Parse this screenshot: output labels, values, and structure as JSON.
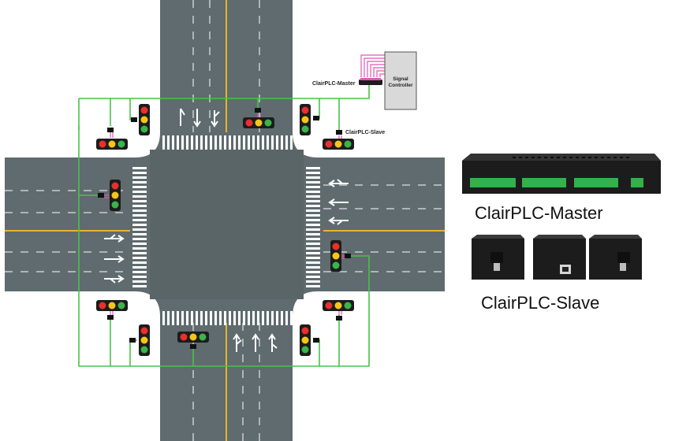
{
  "labels": {
    "master_small": "ClairPLC-Master",
    "slave_small": "ClairPLC-Slave",
    "signal_controller_line1": "Signal",
    "signal_controller_line2": "Controller",
    "master_product": "ClairPLC-Master",
    "slave_product": "ClairPLC-Slave"
  },
  "colors": {
    "road": "#5f6b6e",
    "intersection": "#5a6568",
    "lane_line_white": "#ffffff",
    "center_line_yellow": "#e7b52a",
    "wire_green": "#49c24a",
    "wire_pink": "#e455b8",
    "device_black": "#1c1c1c",
    "terminal_green": "#2fb34a",
    "light_red": "#e8302c",
    "light_yellow": "#f5c518",
    "light_green": "#3bb44a"
  },
  "icons": [
    "traffic-light-icon",
    "lane-arrow-icon",
    "plc-master-device",
    "plc-slave-device",
    "signal-controller-box"
  ]
}
